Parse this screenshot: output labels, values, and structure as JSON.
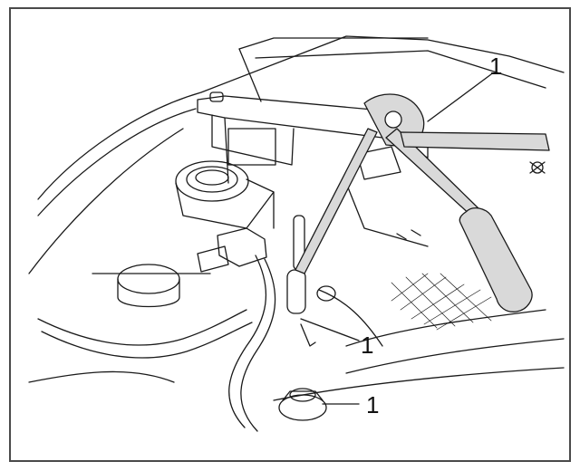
{
  "figure": {
    "callouts": [
      {
        "id": "wrench",
        "label": "1"
      },
      {
        "id": "bracket",
        "label": "1"
      },
      {
        "id": "nut",
        "label": "1"
      }
    ]
  },
  "colors": {
    "line": "#1a1a1a",
    "frame": "#4a4a4a",
    "wrench_fill": "#d9d9d9",
    "background": "#ffffff"
  }
}
